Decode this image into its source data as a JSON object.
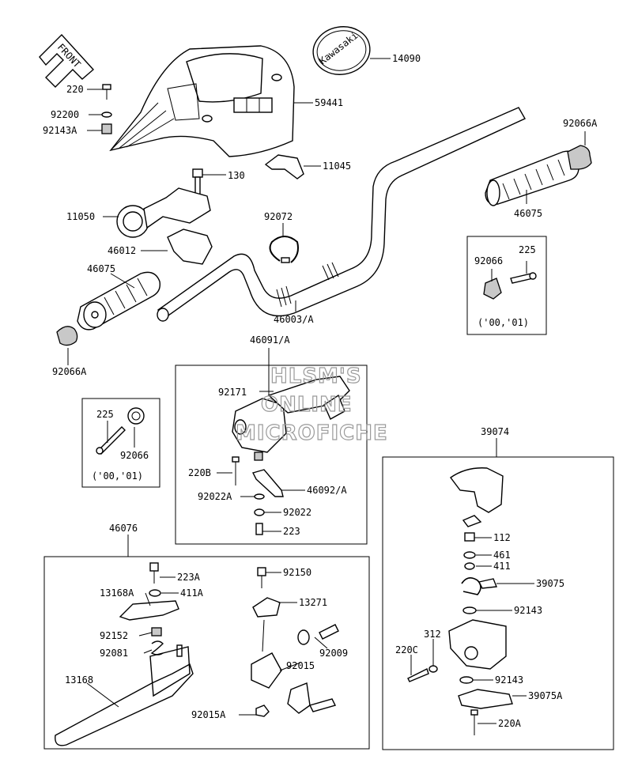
{
  "badge": {
    "text": "FRONT"
  },
  "emblem": {
    "text": "Kawasaki"
  },
  "watermark": {
    "lines": [
      "HLSM'S",
      "ONLINE",
      "MICROFICHE"
    ]
  },
  "labels": {
    "p220": "220",
    "p92200": "92200",
    "p92143A": "92143A",
    "p14090": "14090",
    "p59441": "59441",
    "p92066A_top": "92066A",
    "p130": "130",
    "p11045": "11045",
    "p11050": "11050",
    "p92072": "92072",
    "p46075_right": "46075",
    "p46012": "46012",
    "p46075_left": "46075",
    "p46003A": "46003/A",
    "p92066_boxR": "92066",
    "p225_boxR": "225",
    "note_boxR": "('00,'01)",
    "p92066A_bottom": "92066A",
    "p46091A": "46091/A",
    "p92171": "92171",
    "p225_boxL": "225",
    "p92066_boxL": "92066",
    "note_boxL": "('00,'01)",
    "p220B": "220B",
    "p92022A": "92022A",
    "p46092A": "46092/A",
    "p92022": "92022",
    "p223": "223",
    "p39074": "39074",
    "p46076": "46076",
    "p223A": "223A",
    "p92150": "92150",
    "p13168A": "13168A",
    "p411A": "411A",
    "p13271": "13271",
    "p112": "112",
    "p461": "461",
    "p411": "411",
    "p39075": "39075",
    "p92152": "92152",
    "p92143_upper": "92143",
    "p92081": "92081",
    "p92009": "92009",
    "p92015": "92015",
    "p312": "312",
    "p220C": "220C",
    "p13168": "13168",
    "p92143_lower": "92143",
    "p39075A": "39075A",
    "p92015A": "92015A",
    "p220A": "220A"
  }
}
